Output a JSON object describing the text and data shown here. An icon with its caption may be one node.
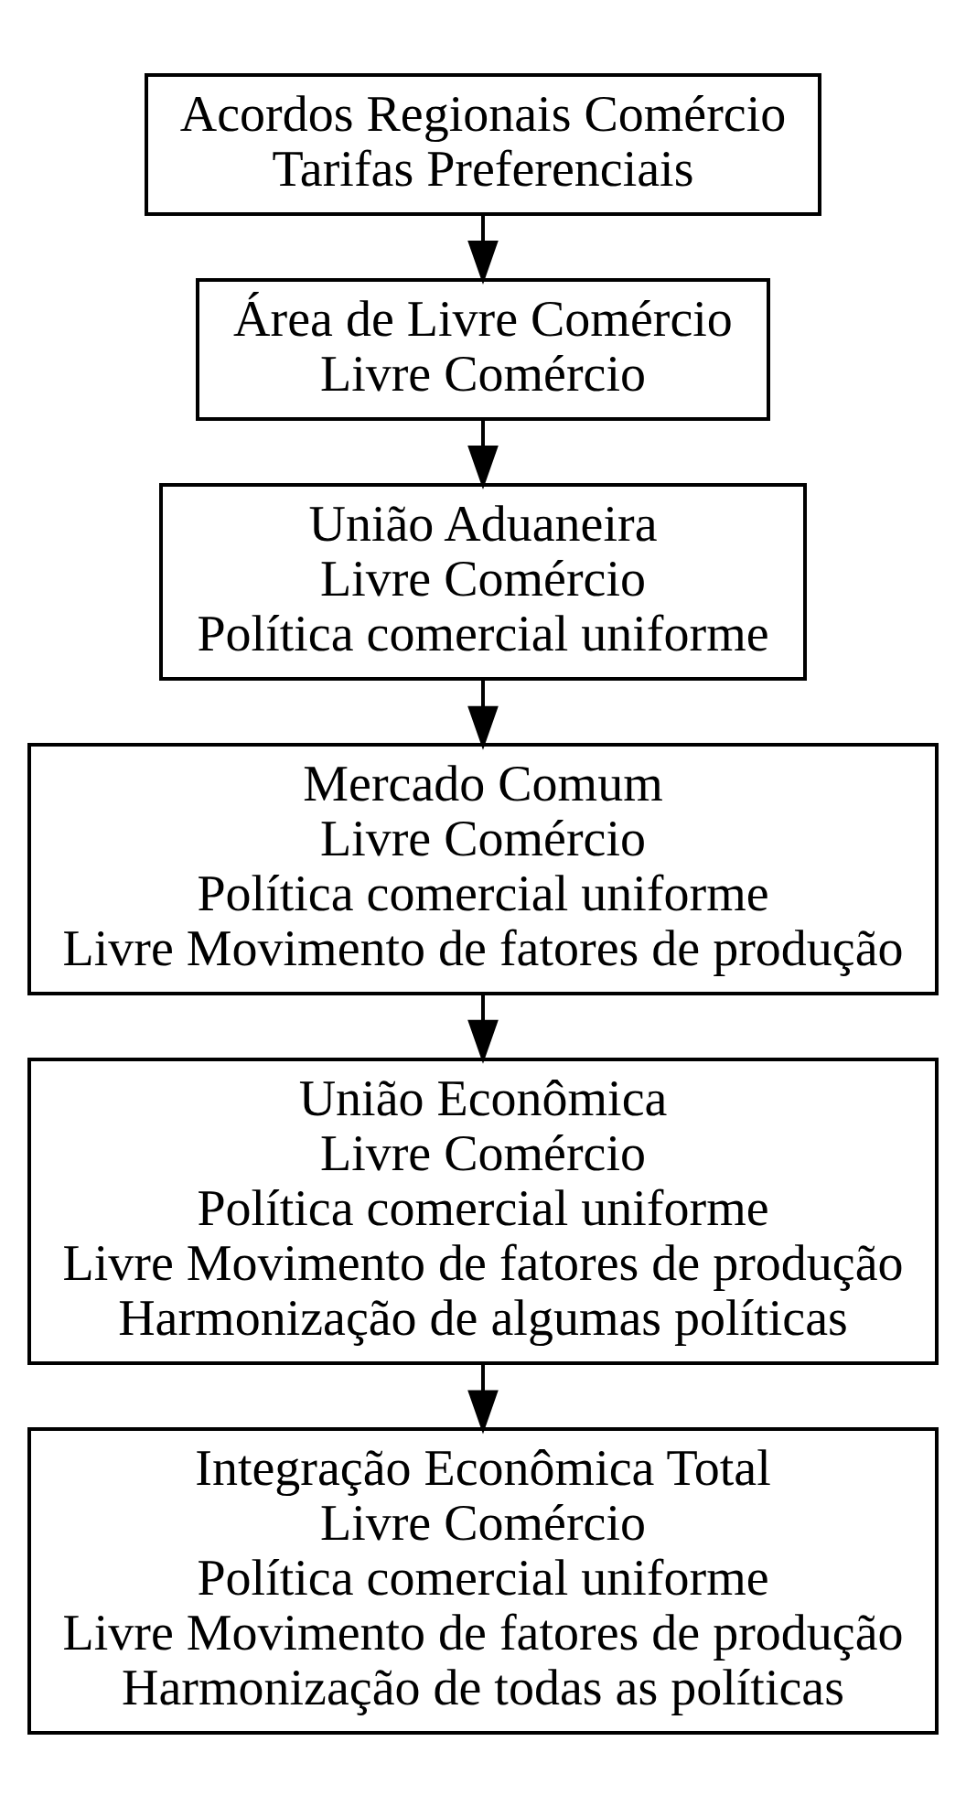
{
  "diagram": {
    "nodes": [
      {
        "text": [
          "Acordos Regionais Comércio",
          "Tarifas Preferenciais"
        ]
      },
      {
        "text": [
          "Área de Livre Comércio",
          "Livre Comércio"
        ]
      },
      {
        "text": [
          "União Aduaneira",
          "Livre Comércio",
          "Política comercial uniforme"
        ]
      },
      {
        "text": [
          "Mercado Comum",
          "Livre Comércio",
          "Política comercial uniforme",
          "Livre Movimento de fatores de produção"
        ]
      },
      {
        "text": [
          "União Econômica",
          "Livre Comércio",
          "Política comercial uniforme",
          "Livre Movimento de fatores de produção",
          "Harmonização de algumas políticas"
        ]
      },
      {
        "text": [
          "Integração Econômica Total",
          "Livre Comércio",
          "Política comercial uniforme",
          "Livre Movimento de fatores de produção",
          "Harmonização de todas as políticas"
        ]
      }
    ],
    "edges": [
      {
        "from": 0,
        "to": 1,
        "arrow": "to"
      },
      {
        "from": 1,
        "to": 2,
        "arrow": "to"
      },
      {
        "from": 2,
        "to": 3,
        "arrow": "to"
      },
      {
        "from": 3,
        "to": 4,
        "arrow": "to"
      },
      {
        "from": 4,
        "to": 5,
        "arrow": "to"
      }
    ]
  }
}
